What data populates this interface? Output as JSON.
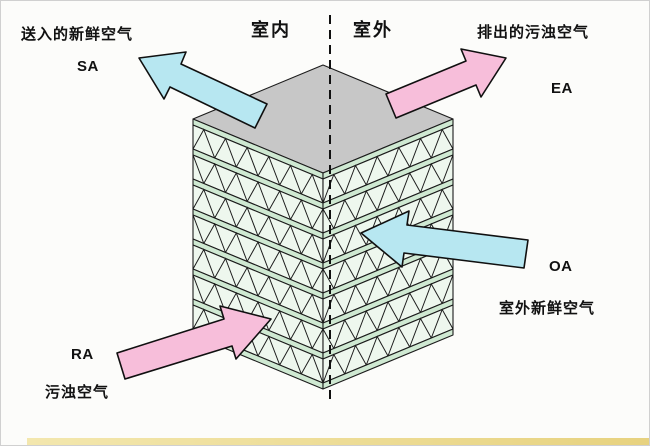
{
  "regions": {
    "indoor_label": "室内",
    "outdoor_label": "室外"
  },
  "flows": {
    "sa": {
      "name": "送入的新鲜空气",
      "code": "SA"
    },
    "ea": {
      "name": "排出的污浊空气",
      "code": "EA"
    },
    "oa": {
      "code": "OA",
      "name": "室外新鲜空气"
    },
    "ra": {
      "code": "RA",
      "name": "污浊空气"
    }
  },
  "colors": {
    "supply_arrow": "#b7e7f1",
    "exhaust_arrow": "#f7beda",
    "plate_edge": "#cfe9d2",
    "corrugation_face": "#eef7ee",
    "top_plate": "#c7c7c7"
  }
}
